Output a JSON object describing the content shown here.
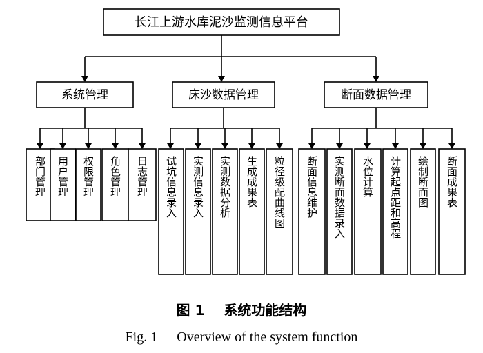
{
  "root": {
    "label": "长江上游水库泥沙监测信息平台"
  },
  "modules": [
    {
      "label": "系统管理",
      "children": [
        "部门管理",
        "用户管理",
        "权限管理",
        "角色管理",
        "日志管理"
      ]
    },
    {
      "label": "床沙数据管理",
      "children": [
        "试坑信息录入",
        "实测信息录入",
        "实测数据分析",
        "生成成果表",
        "粒径级配曲线图"
      ]
    },
    {
      "label": "断面数据管理",
      "children": [
        "断面信息维护",
        "实测断面数据录入",
        "水位计算",
        "计算起点距和高程",
        "绘制断面图",
        "断面成果表"
      ]
    }
  ],
  "caption": {
    "cn_number": "图 1",
    "cn_title": "系统功能结构",
    "en_number": "Fig. 1",
    "en_title": "Overview of the system function"
  }
}
